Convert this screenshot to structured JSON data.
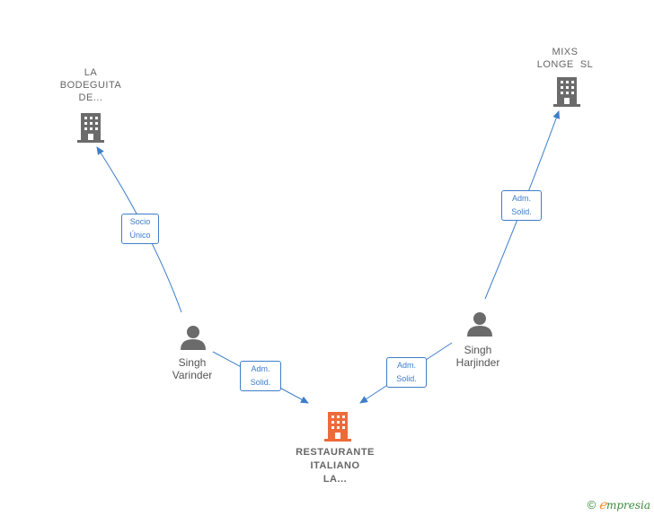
{
  "nodes": {
    "bodeguita": {
      "label_lines": [
        "LA",
        "BODEGUITA",
        "DE..."
      ],
      "icon": "building-icon",
      "color": "#6b6b6b"
    },
    "mixs": {
      "label_lines": [
        "MIXS",
        "LONGE  SL"
      ],
      "icon": "building-icon",
      "color": "#6b6b6b"
    },
    "restaurante": {
      "label_lines": [
        "RESTAURANTE",
        "ITALIANO",
        "LA..."
      ],
      "icon": "building-icon",
      "color": "#ee6a3a"
    },
    "varinder": {
      "label_lines": [
        "Singh",
        "Varinder"
      ],
      "icon": "person-icon",
      "color": "#6b6b6b"
    },
    "harjinder": {
      "label_lines": [
        "Singh",
        "Harjinder"
      ],
      "icon": "person-icon",
      "color": "#6b6b6b"
    }
  },
  "edges": {
    "varinder_bodeguita": {
      "label_lines": [
        "Socio",
        "Único"
      ]
    },
    "varinder_restaurante": {
      "label_lines": [
        "Adm.",
        "Solid."
      ]
    },
    "harjinder_restaurante": {
      "label_lines": [
        "Adm.",
        "Solid."
      ]
    },
    "harjinder_mixs": {
      "label_lines": [
        "Adm.",
        "Solid."
      ]
    }
  },
  "colors": {
    "edge": "#3d7ec9"
  },
  "brand": {
    "copyright": "©",
    "e": "ℯ",
    "rest": "mpresia"
  }
}
